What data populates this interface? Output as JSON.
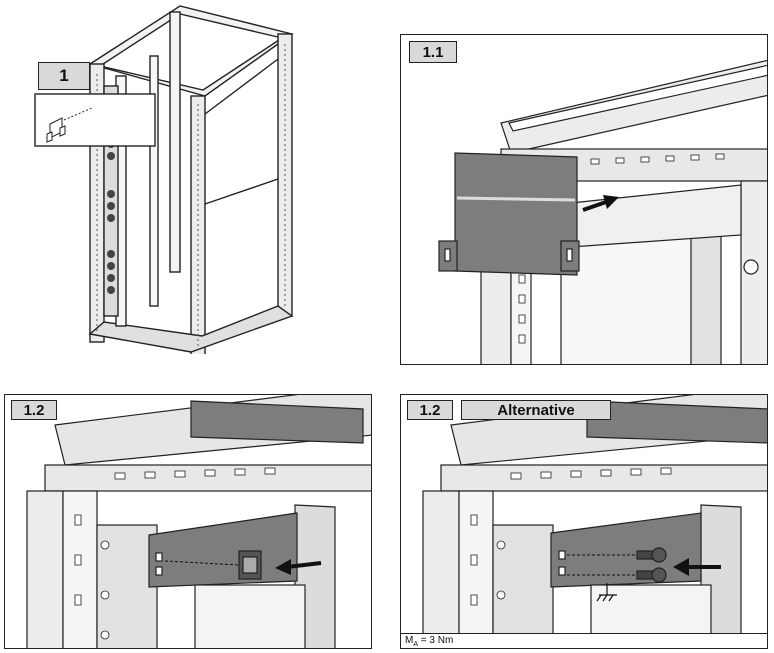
{
  "steps": {
    "overview_label": "1",
    "step_1_1_label": "1.1",
    "step_1_2_label": "1.2",
    "step_1_2_alt_label": "1.2",
    "alternative_label": "Alternative"
  },
  "torque": {
    "symbol": "M",
    "subscript": "A",
    "value": " = 3 Nm"
  },
  "colors": {
    "line": "#222222",
    "plate": "#7d7d7d",
    "frame": "#e6e6e6",
    "label_bg": "#d9d9d9"
  }
}
